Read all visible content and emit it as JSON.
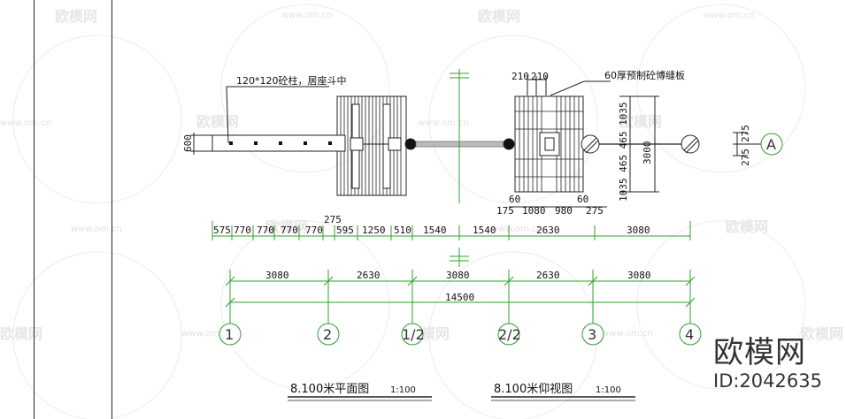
{
  "watermark": {
    "text": "欧模网",
    "url": "www.om.cn"
  },
  "brand": {
    "name": "欧模网",
    "id": "ID:2042635"
  },
  "left_plan": {
    "column_note": "120*120砼柱，居座斗中",
    "depth_dim": "600",
    "dims_row": [
      "575",
      "770",
      "770",
      "770",
      "770",
      "595",
      "1250",
      "510",
      "1540"
    ],
    "small_dim": "275"
  },
  "right_plan": {
    "top_dims": [
      "210",
      "210"
    ],
    "slab_note": "60厚预制砼博缝板",
    "side_dims": "1035 465 465 1035",
    "height_dim": "3000",
    "bottom_dims": [
      "175",
      "1080",
      "980",
      "275"
    ],
    "small_60_left": "60",
    "small_60_right": "60",
    "dims_row": [
      "1540",
      "2630",
      "3080"
    ],
    "axis_a_dims": [
      "275",
      "275"
    ],
    "axis_a": "A"
  },
  "axis_dims": [
    "3080",
    "2630",
    "3080",
    "2630",
    "3080"
  ],
  "total_dim": "14500",
  "axes": [
    "1",
    "2",
    "1/2",
    "2/2",
    "3",
    "4"
  ],
  "titles": {
    "left": "8.100米平面图",
    "left_scale": "1:100",
    "right": "8.100米仰视图",
    "right_scale": "1:100"
  }
}
